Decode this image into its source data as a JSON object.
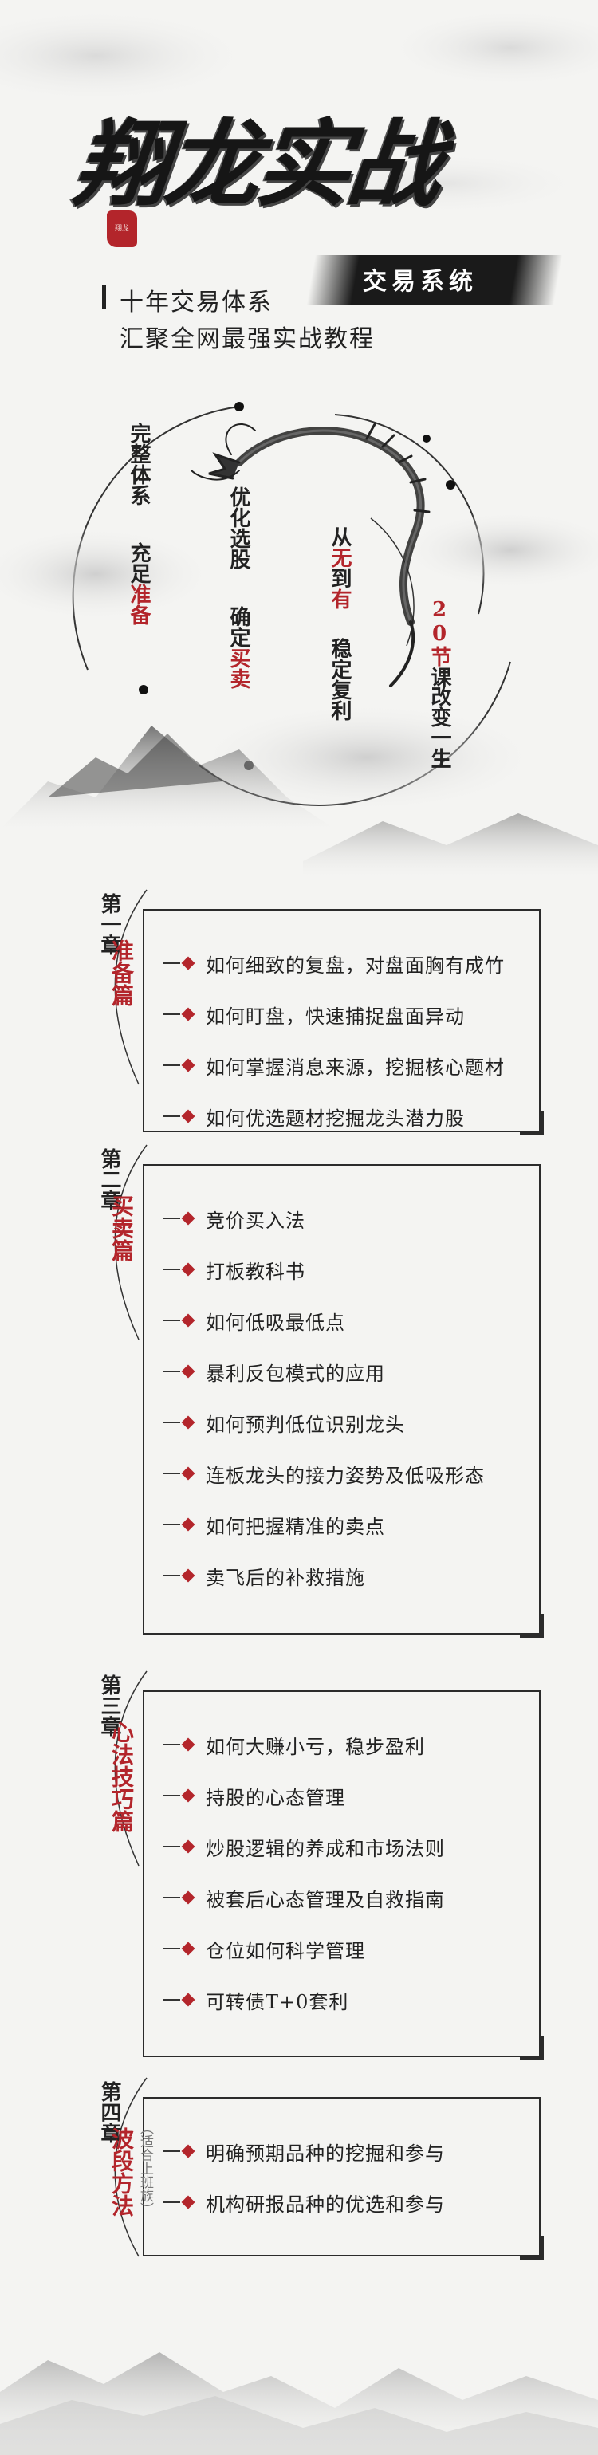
{
  "hero": {
    "title": "翔龙实战",
    "seal": "翔龙",
    "subtitle": "交易系统",
    "tagline1": "十年交易体系",
    "tagline2": "汇聚全网最强实战教程",
    "col1a": "完整体系",
    "col1b_pre": "充足",
    "col1b_red": "准备",
    "col2a": "优化选股",
    "col2b_pre": "确定",
    "col2b_red": "买卖",
    "col3a_pre": "从",
    "col3a_red1": "无",
    "col3a_mid": "到",
    "col3a_red2": "有",
    "col3b": "稳定复利",
    "col4a_red": "20节",
    "col4a_post": "课",
    "col4b": "改变一生"
  },
  "chapters": [
    {
      "label": "第一章",
      "title": "准备篇",
      "items": [
        "如何细致的复盘，对盘面胸有成竹",
        "如何盯盘，快速捕捉盘面异动",
        "如何掌握消息来源，挖掘核心题材",
        "如何优选题材挖掘龙头潜力股"
      ]
    },
    {
      "label": "第二章",
      "title": "买卖篇",
      "items": [
        "竞价买入法",
        "打板教科书",
        "如何低吸最低点",
        "暴利反包模式的应用",
        "如何预判低位识别龙头",
        "连板龙头的接力姿势及低吸形态",
        "如何把握精准的卖点",
        "卖飞后的补救措施"
      ]
    },
    {
      "label": "第三章",
      "title": "心法技巧篇",
      "items": [
        "如何大赚小亏，稳步盈利",
        "持股的心态管理",
        "炒股逻辑的养成和市场法则",
        "被套后心态管理及自救指南",
        "仓位如何科学管理",
        "可转债T+0套利"
      ]
    },
    {
      "label": "第四章",
      "title": "波段方法",
      "note": "（适合上班族）",
      "items": [
        "明确预期品种的挖掘和参与",
        "机构研报品种的优选和参与"
      ]
    }
  ]
}
